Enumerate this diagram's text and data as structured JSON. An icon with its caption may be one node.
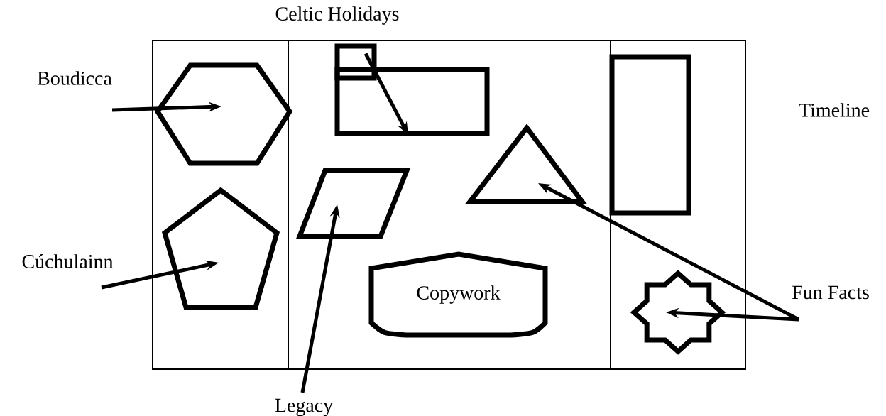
{
  "diagram": {
    "nodes": [
      {
        "text": [
          "Boudicca"
        ]
      },
      {
        "text": [],
        "shape": "hexagon"
      },
      {
        "text": [
          "Cúchulainn"
        ]
      },
      {
        "text": [],
        "shape": "pentagon"
      },
      {
        "text": [],
        "shape": "box"
      },
      {
        "text": [],
        "shape": "box"
      },
      {
        "text": [],
        "shape": "parallelogram"
      },
      {
        "text": [],
        "shape": "triangle"
      },
      {
        "text": [],
        "shape": "box"
      },
      {
        "text": [
          "Copywork"
        ]
      },
      {
        "text": [],
        "shape": "star"
      },
      {
        "text": [
          "Legacy"
        ]
      },
      {
        "text": [
          "Fun Facts"
        ]
      }
    ],
    "edges": [
      {
        "from": 0,
        "to": 1,
        "arrow": "to"
      },
      {
        "from": 2,
        "to": 3,
        "arrow": "to"
      },
      {
        "from": 4,
        "to": 5,
        "arrow": "to"
      },
      {
        "from": 11,
        "to": 6,
        "arrow": "to"
      },
      {
        "from": 12,
        "to": 7,
        "arrow": "to"
      },
      {
        "from": 12,
        "to": 10,
        "arrow": "to"
      }
    ],
    "labels": [
      "Celtic Holidays",
      "Timeline"
    ]
  }
}
